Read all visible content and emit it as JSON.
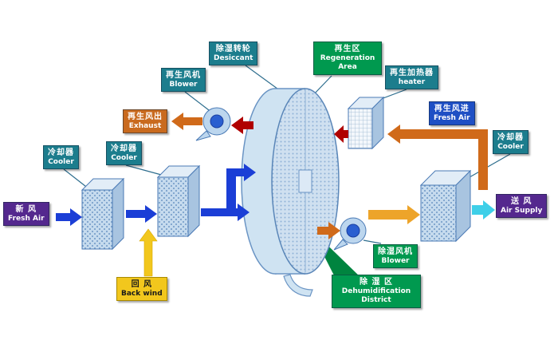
{
  "labels": {
    "desiccant": {
      "cn": "除湿转轮",
      "en": "Desiccant"
    },
    "regen_area": {
      "cn": "再生区",
      "en": "Regeneration Area"
    },
    "regen_blower": {
      "cn": "再生风机",
      "en": "Blower"
    },
    "heater": {
      "cn": "再生加热器",
      "en": "heater"
    },
    "exhaust": {
      "cn": "再生风出",
      "en": "Exhaust"
    },
    "regen_fresh_air": {
      "cn": "再生风进",
      "en": "Fresh Air"
    },
    "cooler_left_1": {
      "cn": "冷却器",
      "en": "Cooler"
    },
    "cooler_left_2": {
      "cn": "冷却器",
      "en": "Cooler"
    },
    "cooler_right": {
      "cn": "冷却器",
      "en": "Cooler"
    },
    "fresh_air": {
      "cn": "新 风",
      "en": "Fresh Air"
    },
    "air_supply": {
      "cn": "送 风",
      "en": "Air Supply"
    },
    "back_wind": {
      "cn": "回 风",
      "en": "Back wind"
    },
    "dehumid_blower": {
      "cn": "除湿风机",
      "en": "Blower"
    },
    "dehumid_district": {
      "cn": "除 湿 区",
      "en": "Dehumidification District"
    }
  },
  "colors": {
    "label_teal": "#1c7d8d",
    "label_green": "#00994f",
    "label_orange": "#c96a1e",
    "label_purple": "#54288e",
    "label_blue": "#1e4fc4",
    "label_yellow": "#f2c71d",
    "arrow_process_blue": "#1b3ed6",
    "arrow_return_yellow": "#f2c71d",
    "arrow_regen_orange": "#d06a1a",
    "arrow_hot_red": "#b00000",
    "arrow_supply_cyan": "#3ecfe8",
    "wedge_green": "#00843f",
    "equipment_fill": "#c6dbee",
    "equipment_stroke": "#4a7ab5"
  }
}
